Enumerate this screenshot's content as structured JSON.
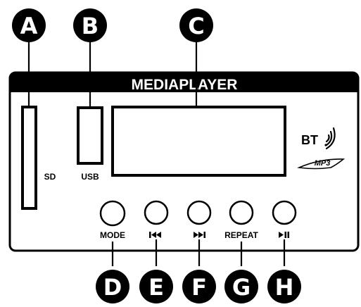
{
  "panel": {
    "title": "MEDIAPLAYER",
    "sd_label": "SD",
    "usb_label": "USB",
    "bt_label": "BT",
    "mp3_label": "MP3"
  },
  "buttons": {
    "mode": "MODE",
    "prev": "⏮",
    "next": "⏭",
    "repeat": "REPEAT",
    "play_pause": "⏯"
  },
  "callouts": {
    "sd_slot": "A",
    "usb_port": "B",
    "display": "C",
    "mode_button": "D",
    "prev_button": "E",
    "next_button": "F",
    "repeat_button": "G",
    "play_pause_button": "H"
  },
  "colors": {
    "ink": "#000000",
    "paper": "#ffffff"
  },
  "icons": {
    "bt": "bluetooth-wave-icon",
    "prev": "skip-previous-icon",
    "next": "skip-next-icon",
    "play_pause": "play-pause-icon"
  }
}
